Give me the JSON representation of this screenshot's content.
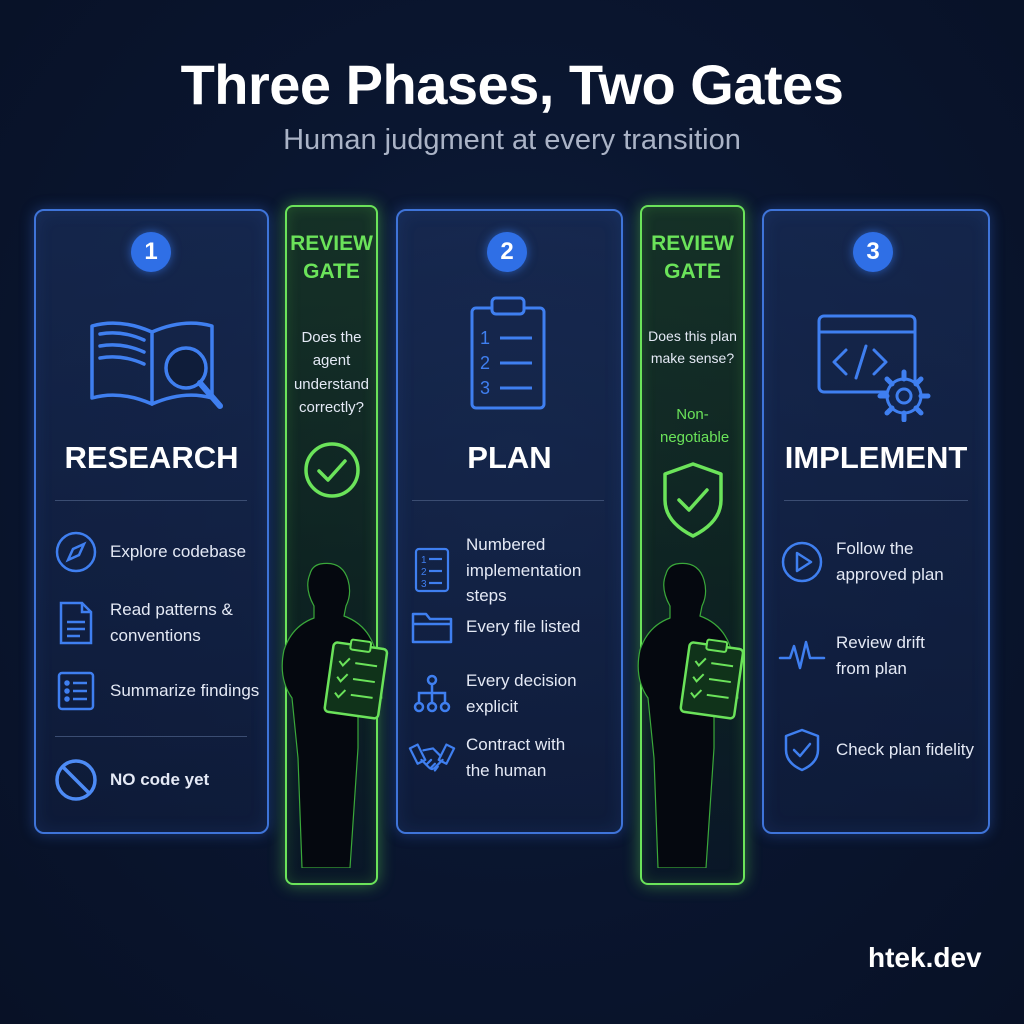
{
  "header": {
    "title": "Three Phases, Two Gates",
    "subtitle": "Human judgment at every transition"
  },
  "phases": [
    {
      "number": "1",
      "title": "RESEARCH",
      "icon": "book-magnifier-icon",
      "items": [
        {
          "icon": "compass-icon",
          "label": "Explore codebase"
        },
        {
          "icon": "document-icon",
          "label": "Read patterns & conventions"
        },
        {
          "icon": "list-icon",
          "label": "Summarize findings"
        }
      ],
      "footer": {
        "icon": "no-entry-icon",
        "label": "NO code yet"
      }
    },
    {
      "number": "2",
      "title": "PLAN",
      "icon": "clipboard-list-icon",
      "items": [
        {
          "icon": "numbered-list-icon",
          "label": "Numbered implementation steps"
        },
        {
          "icon": "folder-icon",
          "label": "Every file listed"
        },
        {
          "icon": "decision-tree-icon",
          "label": "Every decision explicit"
        },
        {
          "icon": "handshake-icon",
          "label": "Contract with the human"
        }
      ]
    },
    {
      "number": "3",
      "title": "IMPLEMENT",
      "icon": "code-window-gear-icon",
      "items": [
        {
          "icon": "play-icon",
          "label": "Follow the approved plan"
        },
        {
          "icon": "pulse-icon",
          "label": "Review drift from plan"
        },
        {
          "icon": "shield-check-icon",
          "label": "Check plan fidelity"
        }
      ]
    }
  ],
  "gates": [
    {
      "title_line1": "REVIEW",
      "title_line2": "GATE",
      "question": "Does the agent understand correctly?",
      "icon": "check-circle-icon"
    },
    {
      "title_line1": "REVIEW",
      "title_line2": "GATE",
      "question": "Does this plan make sense?",
      "note": "Non-negotiable",
      "icon": "shield-check-icon"
    }
  ],
  "colors": {
    "background": "#0a1630",
    "phase_accent": "#3f74d9",
    "gate_accent": "#6be35a",
    "number_badge": "#2f6fe6"
  },
  "footer": {
    "brand": "htek.dev"
  }
}
